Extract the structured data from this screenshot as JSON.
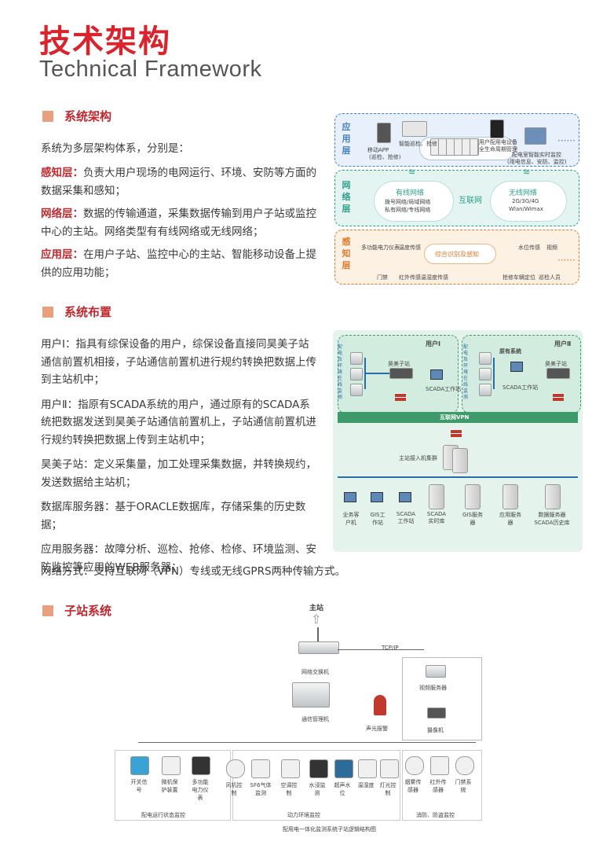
{
  "header": {
    "title_cn": "技术架构",
    "title_en": "Technical Framework"
  },
  "sections": {
    "arch": {
      "heading": "系统架构",
      "intro": "系统为多层架构体系，分别是：",
      "items": [
        {
          "label": "感知层：",
          "text": "负责大用户现场的电网运行、环境、安防等方面的数据采集和感知；"
        },
        {
          "label": "网络层：",
          "text": "数据的传输通道，采集数据传输到用户子站或监控中心的主站。网络类型有有线网络或无线网络；"
        },
        {
          "label": "应用层：",
          "text": "在用户子站、监控中心的主站、智能移动设备上提供的应用功能；"
        }
      ]
    },
    "layout": {
      "heading": "系统布置",
      "paras": [
        "用户Ⅰ：指具有综保设备的用户，综保设备直接同昊美子站通信前置机相接，子站通信前置机进行规约转换把数据上传到主站机中；",
        "用户Ⅱ：指原有SCADA系统的用户，通过原有的SCADA系统把数据发送到昊美子站通信前置机上，子站通信前置机进行规约转换把数据上传到主站机中；",
        "昊美子站：定义采集量，加工处理采集数据，并转换规约，发送数据给主站机；",
        "数据库服务器：基于ORACLE数据库，存储采集的历史数据；",
        "应用服务器：故障分析、巡检、抢修、检修、环境监测、安防监控等应用的WEB服务器；"
      ],
      "footer": "网络方式：支持互联网（VPN）专线或无线GPRS两种传输方式。"
    },
    "substation": {
      "heading": "子站系统"
    }
  },
  "diagram1": {
    "layers": {
      "app": "应用层",
      "net": "网络层",
      "sense": "感知层"
    },
    "app_labels": [
      "移动APP",
      "(巡检、抢修)",
      "智能巡检、抢修",
      "用户配用电设备",
      "全生命周期管理",
      "配电室智能实时监控",
      "(用电信息、安防、监控)"
    ],
    "net_labels": {
      "wired": "有线网络",
      "wired_sub": "拨号网络/局域网络",
      "wired_sub2": "私有网络/专线网络",
      "internet": "互联网",
      "wireless": "无线网络",
      "wireless_sub": "2G/3G/4G",
      "wireless_sub2": "Wlan/Wimax"
    },
    "sense_labels": [
      "多功能电力仪表",
      "温度传感",
      "门禁",
      "红外传感",
      "温湿度传感",
      "综合识别及感知",
      "水位传感",
      "视频",
      "抢修车辆定位",
      "巡检人员"
    ]
  },
  "diagram2": {
    "user1": "用户Ⅰ",
    "user2": "用户Ⅱ",
    "side1": "配电及环境在线监测",
    "side2": "配电及环境在线监测",
    "hm1": "昊美子站",
    "hm2": "昊美子站",
    "scada1": "SCADA工作站",
    "orig": "原有系统",
    "scada2": "SCADA工作站",
    "vpn": "互联网VPN",
    "master": "主站接入机集群",
    "bottom": [
      "业务客户机",
      "GIS工作站",
      "SCADA工作站",
      "SCADA实时库",
      "GIS服务器",
      "应用服务器",
      "数据服务器SCADA历史库"
    ]
  },
  "diagram3": {
    "master": "主站",
    "tcpip": "TCP/IP",
    "switch": "网络交换机",
    "video_server": "视频服务器",
    "comm_mgr": "通信管理机",
    "alarm": "声光报警",
    "camera": "摄像机",
    "devices": [
      "开关信号",
      "微机保护装置",
      "多功能电力仪表",
      "风机控制",
      "SF6气体监测",
      "空调控制",
      "水浸监测",
      "超声水位",
      "温湿度",
      "灯光控制",
      "烟雾传感器",
      "红外传感器",
      "门禁系统"
    ],
    "groups": [
      "配电运行状态监控",
      "动力环境监控",
      "消防、防盗监控"
    ],
    "caption": "配用电一体化监测系统子站逻辑结构图"
  },
  "colors": {
    "accent": "#d9232d",
    "section_sq": "#e8a07e",
    "layer_blue": "#4a7fc1",
    "layer_green": "#2e9e8a",
    "layer_orange": "#e07a2b"
  }
}
